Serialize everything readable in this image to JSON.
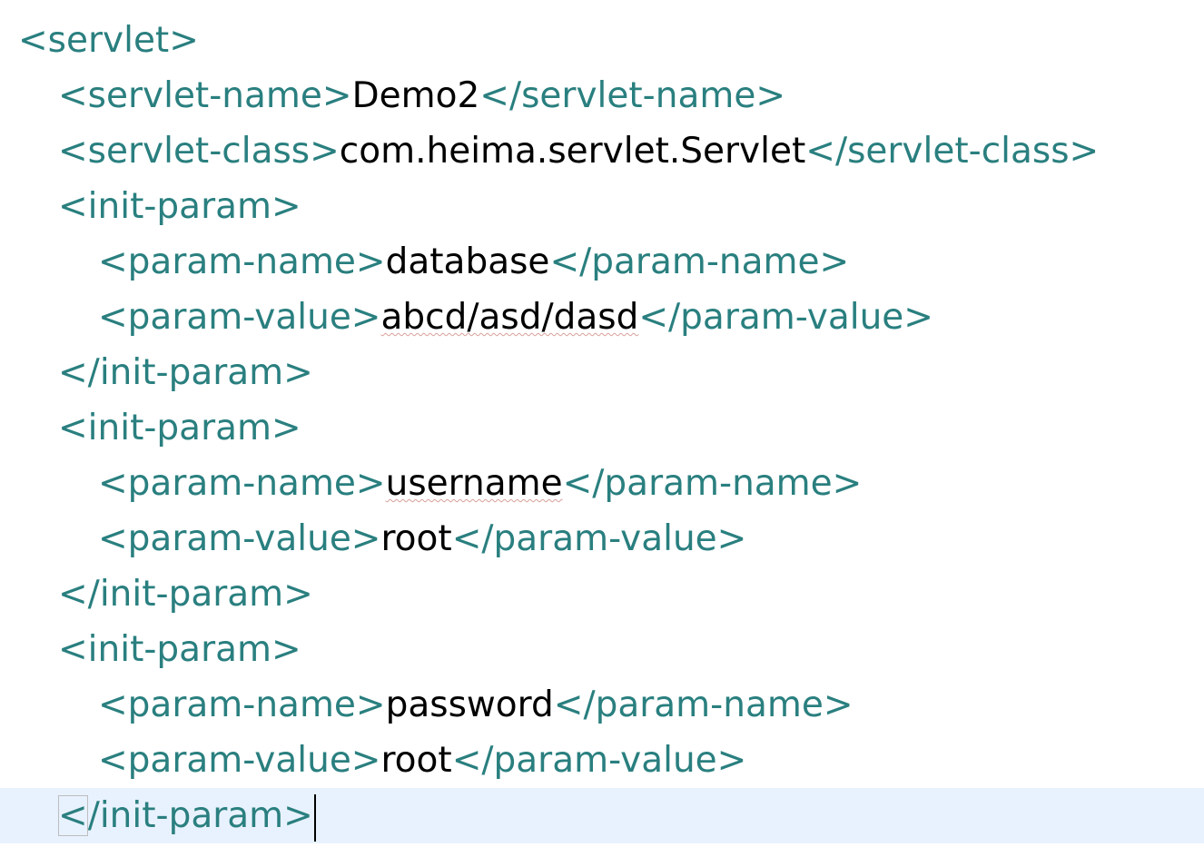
{
  "editor": {
    "lines": [
      {
        "indent": 0,
        "parts": [
          {
            "t": "tag",
            "v": "<servlet>"
          }
        ]
      },
      {
        "indent": 1,
        "parts": [
          {
            "t": "tag",
            "v": "<servlet-name>"
          },
          {
            "t": "txt",
            "v": "Demo2"
          },
          {
            "t": "tag",
            "v": "</servlet-name>"
          }
        ]
      },
      {
        "indent": 1,
        "parts": [
          {
            "t": "tag",
            "v": "<servlet-class>"
          },
          {
            "t": "txt",
            "v": "com.heima.servlet.Servlet"
          },
          {
            "t": "tag",
            "v": "</servlet-class>"
          }
        ]
      },
      {
        "indent": 1,
        "parts": [
          {
            "t": "tag",
            "v": "<init-param>"
          }
        ]
      },
      {
        "indent": 2,
        "parts": [
          {
            "t": "tag",
            "v": "<param-name>"
          },
          {
            "t": "txt",
            "v": "database"
          },
          {
            "t": "tag",
            "v": "</param-name>"
          }
        ]
      },
      {
        "indent": 2,
        "parts": [
          {
            "t": "tag",
            "v": "<param-value>"
          },
          {
            "t": "txt",
            "v": "abcd/asd/dasd",
            "spell": true
          },
          {
            "t": "tag",
            "v": "</param-value>"
          }
        ]
      },
      {
        "indent": 1,
        "parts": [
          {
            "t": "tag",
            "v": "</init-param>"
          }
        ]
      },
      {
        "indent": 1,
        "parts": [
          {
            "t": "tag",
            "v": "<init-param>"
          }
        ]
      },
      {
        "indent": 2,
        "parts": [
          {
            "t": "tag",
            "v": "<param-name>"
          },
          {
            "t": "txt",
            "v": "username",
            "spell": true
          },
          {
            "t": "tag",
            "v": "</param-name>"
          }
        ]
      },
      {
        "indent": 2,
        "parts": [
          {
            "t": "tag",
            "v": "<param-value>"
          },
          {
            "t": "txt",
            "v": "root"
          },
          {
            "t": "tag",
            "v": "</param-value>"
          }
        ]
      },
      {
        "indent": 1,
        "parts": [
          {
            "t": "tag",
            "v": "</init-param>"
          }
        ]
      },
      {
        "indent": 1,
        "parts": [
          {
            "t": "tag",
            "v": "<init-param>"
          }
        ]
      },
      {
        "indent": 2,
        "parts": [
          {
            "t": "tag",
            "v": "<param-name>"
          },
          {
            "t": "txt",
            "v": "password"
          },
          {
            "t": "tag",
            "v": "</param-name>"
          }
        ]
      },
      {
        "indent": 2,
        "parts": [
          {
            "t": "tag",
            "v": "<param-value>"
          },
          {
            "t": "txt",
            "v": "root"
          },
          {
            "t": "tag",
            "v": "</param-value>"
          }
        ]
      },
      {
        "indent": 1,
        "parts": [
          {
            "t": "tag",
            "v": "</init-param>"
          }
        ],
        "current": true,
        "caret": true
      }
    ]
  },
  "colors": {
    "tag": "#2a7f7f",
    "text": "#000000",
    "current_line": "#e8f2fe",
    "spellcheck_underline": "#d9a09a"
  }
}
